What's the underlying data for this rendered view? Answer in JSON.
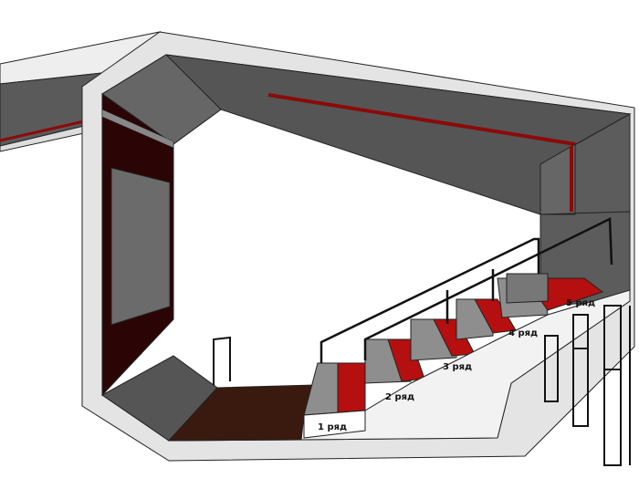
{
  "colors": {
    "background": "#ffffff",
    "frame_outer": "#e6e6e6",
    "frame_inner": "#555555",
    "accent_red": "#8b0a0a",
    "screen_wall": "#2b0505",
    "screen": "#6b6b6b",
    "wood_floor": "#3a1a0e",
    "railing": "#111111",
    "stair_tread": "#b50f0f",
    "stair_riser": "#8e8e8e"
  },
  "rows": [
    {
      "label": "1 ряд"
    },
    {
      "label": "2 ряд"
    },
    {
      "label": "3 ряд"
    },
    {
      "label": "4 ряд"
    },
    {
      "label": "5 ряд"
    }
  ]
}
